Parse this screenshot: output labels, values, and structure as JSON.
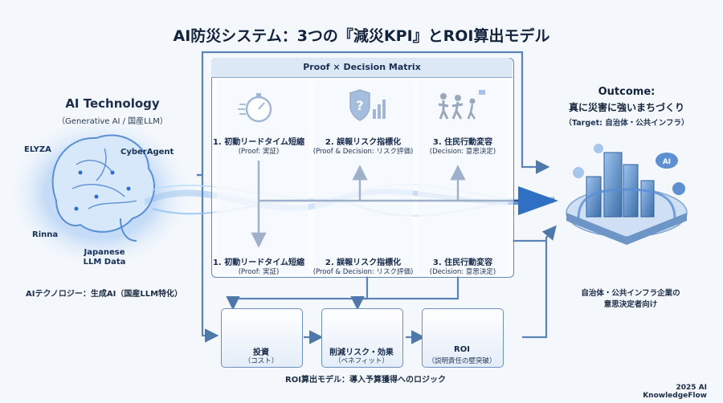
{
  "title": "AI防災システム：3つの『減災KPI』とROI算出モデル",
  "ai": {
    "title": "AI Technology",
    "subtitle": "（Generative AI / 国産LLM）",
    "labels": {
      "elyza": "ELYZA",
      "cyberagent": "CyberAgent",
      "rinna": "Rinna",
      "japanese_line1": "Japanese",
      "japanese_line2": "LLM Data"
    },
    "caption": "AIテクノロジー：生成AI（国産LLM特化）"
  },
  "matrix": {
    "header": "Proof × Decision Matrix",
    "kpis": [
      {
        "title": "1. 初動リードタイム短縮",
        "sub": "(Proof: 実証)",
        "icon": "stopwatch-icon"
      },
      {
        "title": "2. 誤報リスク指標化",
        "sub": "(Proof & Decision: リスク評価)",
        "icon": "shield-question-icon"
      },
      {
        "title": "3. 住民行動変容",
        "sub": "(Decision: 意思決定)",
        "icon": "evacuating-people-icon"
      }
    ],
    "kpis_bottom": [
      {
        "title": "1. 初動リードタイム短縮",
        "sub": "(Proof: 実証)"
      },
      {
        "title": "2. 誤報リスク指標化",
        "sub": "(Proof & Decision: リスク評価)"
      },
      {
        "title": "3. 住民行動変容",
        "sub": "(Decision: 意思決定)"
      }
    ]
  },
  "outcome": {
    "title": "Outcome:",
    "subtitle": "真に災害に強いまちづくり",
    "target": "（Target: 自治体・公共インフラ）",
    "note_line1": "自治体・公共インフラ企業の",
    "note_line2": "意思決定者向け",
    "building_badge": "AI"
  },
  "roi": {
    "items": [
      {
        "label": "投資",
        "sub": "（コスト）",
        "icon": "coins-icon"
      },
      {
        "label": "削減リスク・効果",
        "sub": "（ベネフィット）",
        "icon": "declining-chart-icon"
      },
      {
        "label": "ROI",
        "sub": "（説明責任の壁突破）",
        "icon": "handshake-icon"
      }
    ],
    "caption": "ROI算出モデル：導入予算獲得へのロジック"
  },
  "footer": "2025 AI KnowledgeFlow",
  "colors": {
    "accent": "#2f5f9e",
    "flow": "#4d8fe0",
    "line": "#5b83b5",
    "background": "#f4f8fc"
  }
}
